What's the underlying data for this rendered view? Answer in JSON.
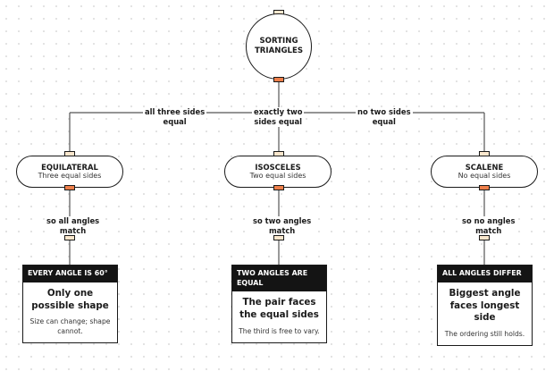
{
  "root": {
    "line1": "SORTING",
    "line2": "TRIANGLES"
  },
  "edges": {
    "left": {
      "line1": "all three sides",
      "line2": "equal"
    },
    "center": {
      "line1": "exactly two",
      "line2": "sides equal"
    },
    "right": {
      "line1": "no two sides",
      "line2": "equal"
    }
  },
  "nodes": [
    {
      "title": "EQUILATERAL",
      "subtitle": "Three equal sides"
    },
    {
      "title": "ISOSCELES",
      "subtitle": "Two equal sides"
    },
    {
      "title": "SCALENE",
      "subtitle": "No equal sides"
    }
  ],
  "edges_down": [
    {
      "line1": "so all angles",
      "line2": "match"
    },
    {
      "line1": "so two angles",
      "line2": "match"
    },
    {
      "line1": "so no angles",
      "line2": "match"
    }
  ],
  "cards": [
    {
      "header": "EVERY ANGLE IS 60°",
      "main": "Only one possible shape",
      "note": "Size can change; shape cannot."
    },
    {
      "header": "TWO ANGLES ARE EQUAL",
      "main": "The pair faces the equal sides",
      "note": "The third is free to vary."
    },
    {
      "header": "ALL ANGLES DIFFER",
      "main": "Biggest angle faces longest side",
      "note": "The ordering still holds."
    }
  ]
}
